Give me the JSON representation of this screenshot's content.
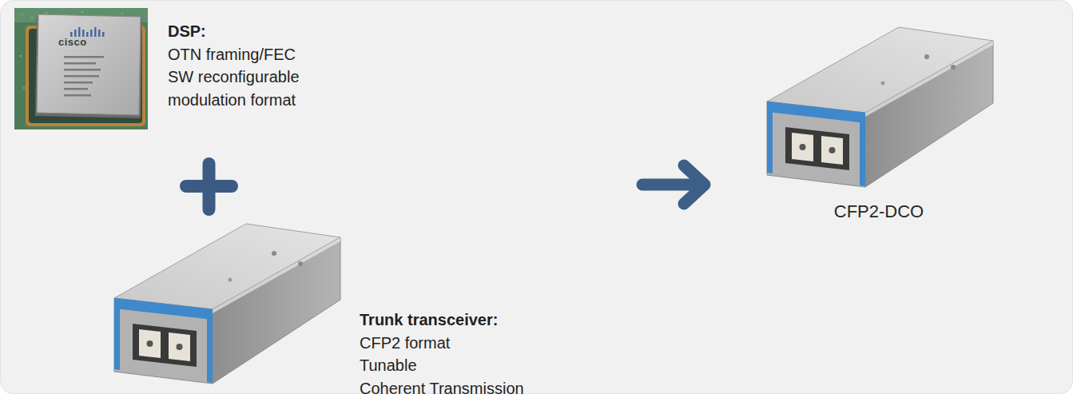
{
  "diagram": {
    "nodes": [
      {
        "text": [
          "DSP:",
          "OTN framing/FEC",
          "SW reconfigurable modulation format"
        ]
      },
      {
        "text": [
          "Trunk transceiver:",
          "CFP2 format",
          "Tunable",
          "Coherent Transmission"
        ]
      },
      {
        "text": [
          "CFP2-DCO"
        ]
      }
    ],
    "labels": [
      "cisco"
    ]
  }
}
